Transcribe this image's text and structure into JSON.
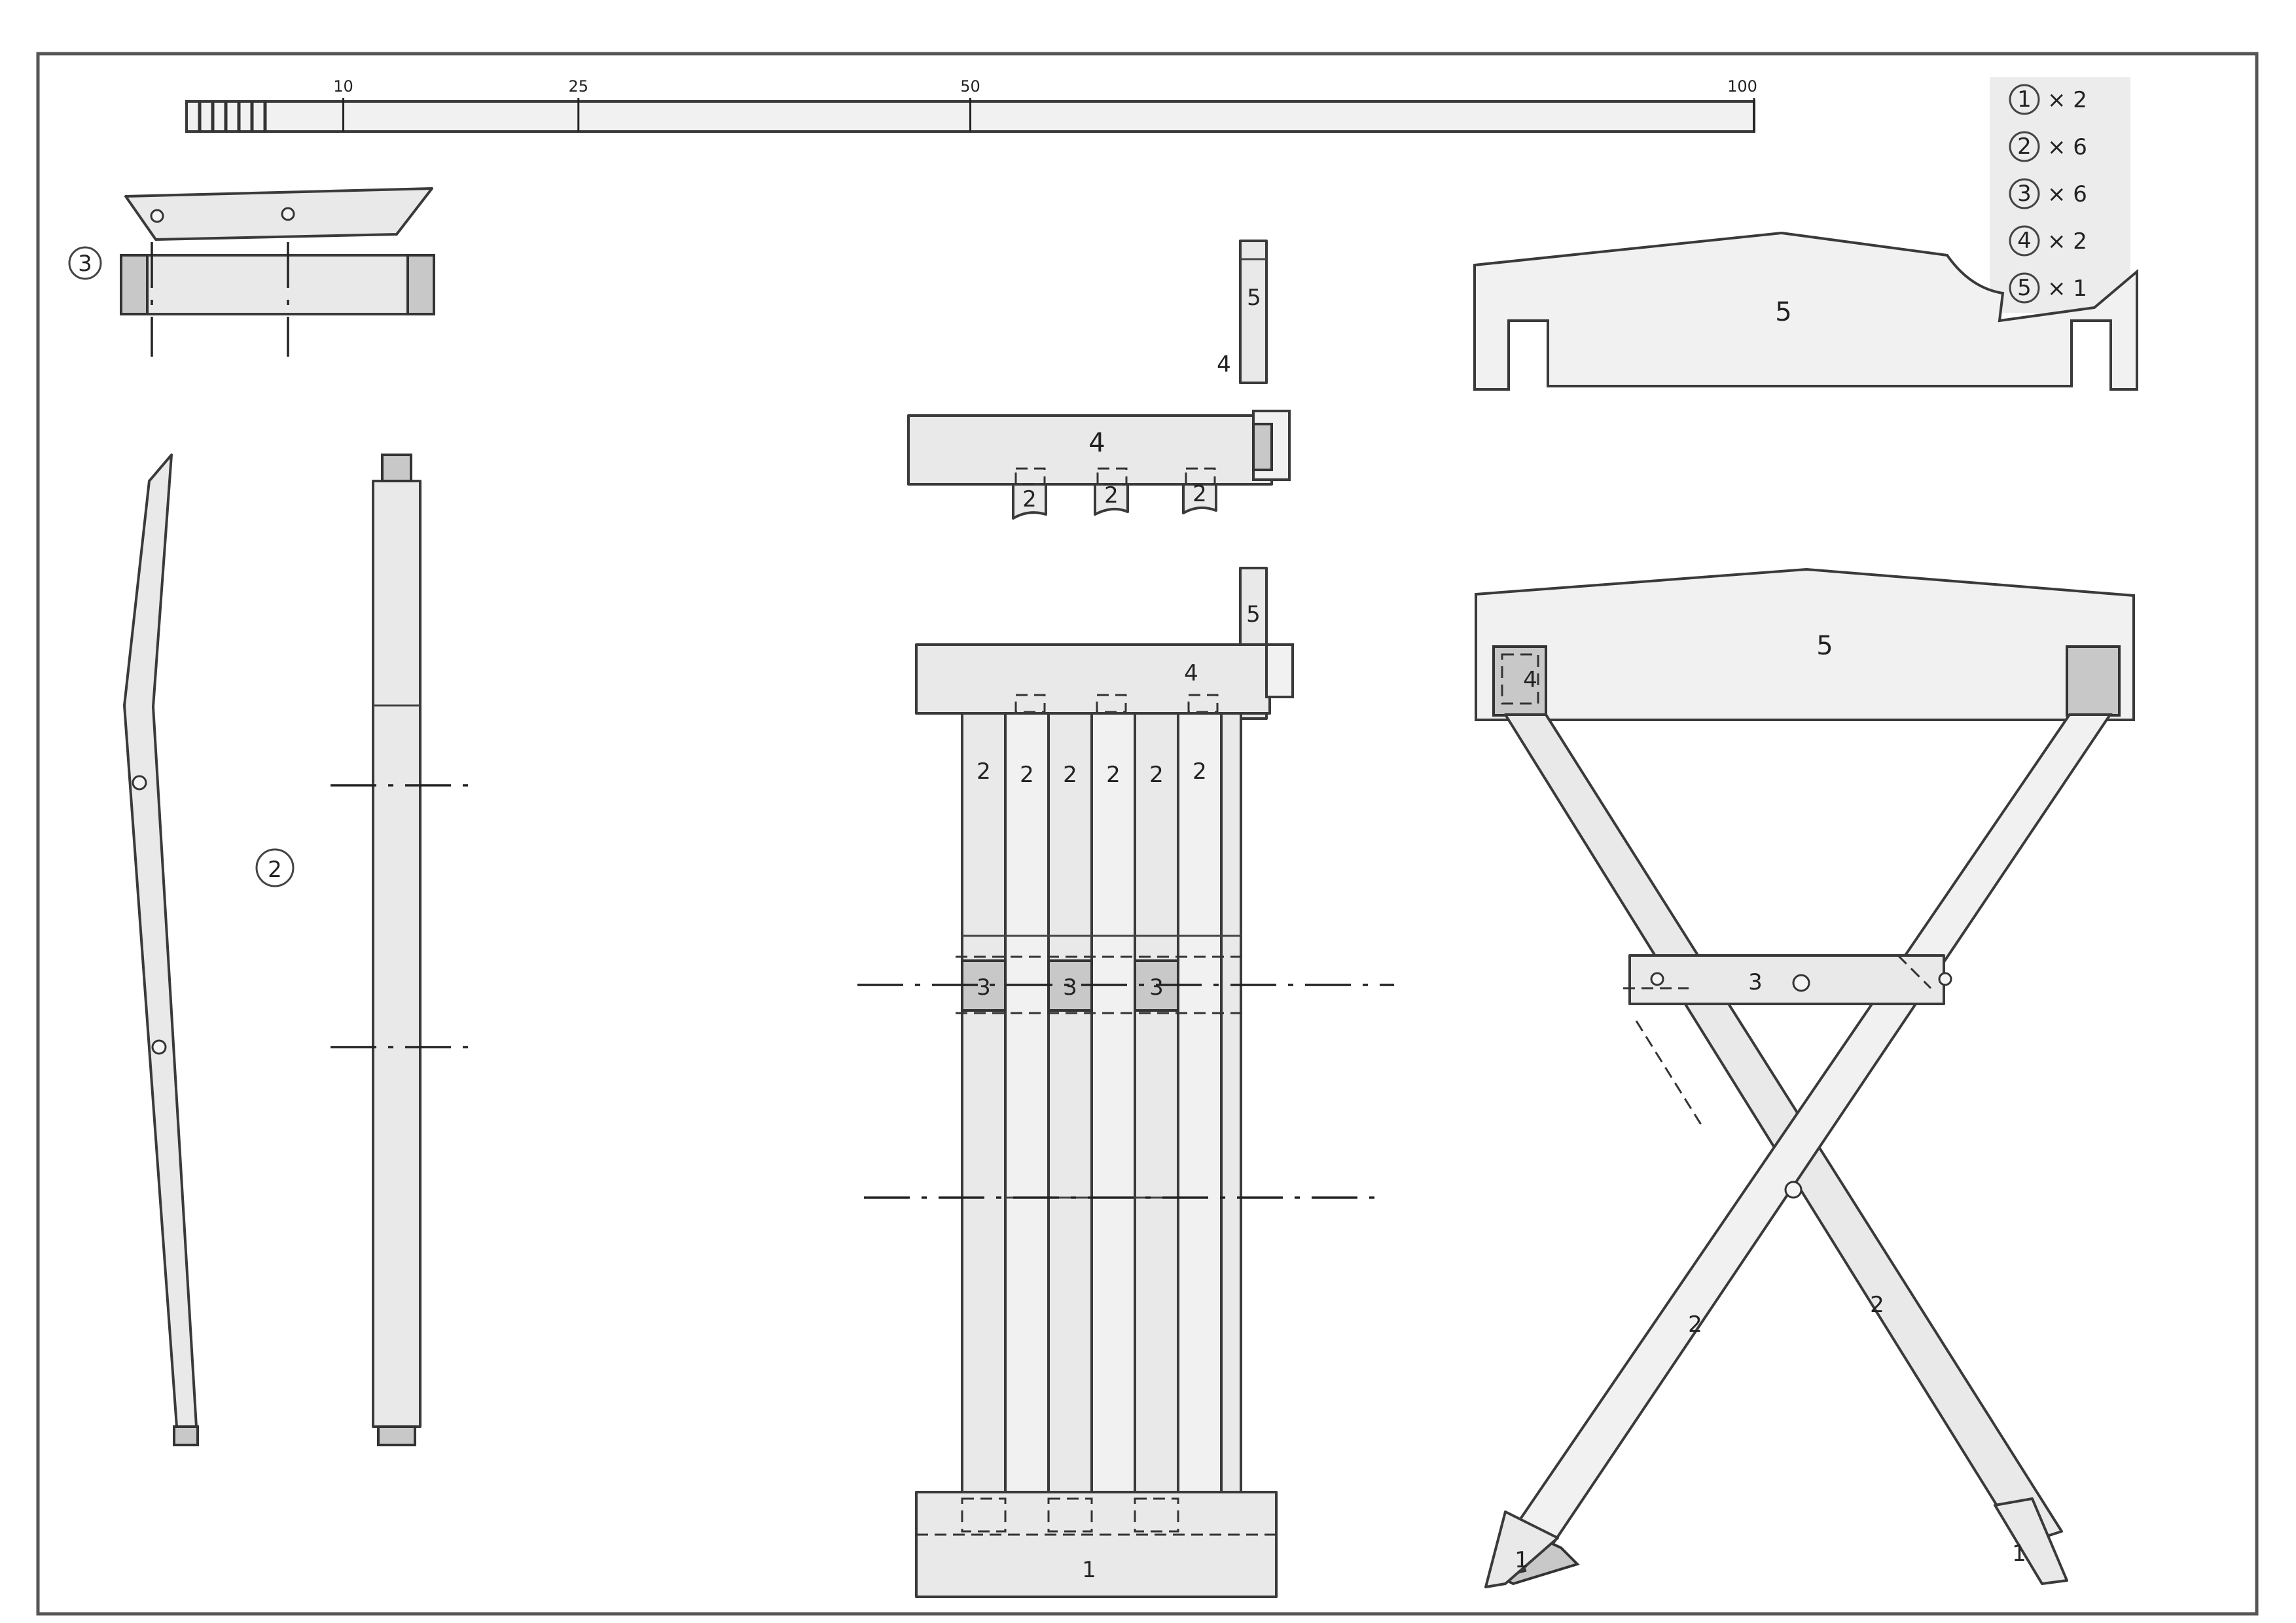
{
  "scale_bar": {
    "ticks": [
      {
        "label": "10",
        "value": 10
      },
      {
        "label": "25",
        "value": 25
      },
      {
        "label": "50",
        "value": 50
      },
      {
        "label": "100",
        "value": 100
      }
    ]
  },
  "parts_list": [
    {
      "part": "1",
      "qty": "× 2"
    },
    {
      "part": "2",
      "qty": "× 6"
    },
    {
      "part": "3",
      "qty": "× 6"
    },
    {
      "part": "4",
      "qty": "× 2"
    },
    {
      "part": "5",
      "qty": "× 1"
    }
  ],
  "labels": {
    "part3_callout": "3",
    "part2_callout": "2",
    "seat_top": "5",
    "seat_assembly": "5",
    "seat_side_top": "5",
    "seat_side_mid": "5",
    "rail_top": "4",
    "rail_mid": "4",
    "rail_bottom": "1",
    "rail_small": "4",
    "leg_tabs": [
      "2",
      "2",
      "2"
    ],
    "front_legs": [
      "2",
      "2",
      "2",
      "2",
      "2",
      "2"
    ],
    "front_bars": [
      "3",
      "3",
      "3"
    ],
    "side_bar": "3",
    "side_legs": [
      "2",
      "2"
    ],
    "feet": [
      "1",
      "1"
    ],
    "side_post": "4"
  }
}
